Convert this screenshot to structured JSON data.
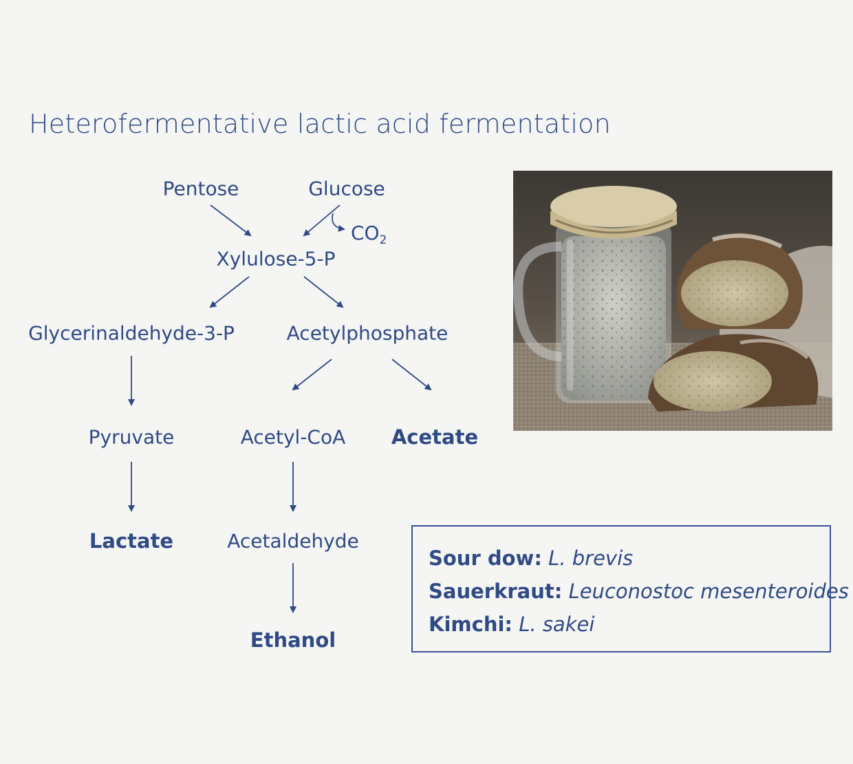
{
  "title": "Heterofermentative lactic acid fermentation",
  "nodes": {
    "pentose": "Pentose",
    "glucose": "Glucose",
    "co2": "CO",
    "co2_sub": "2",
    "xylulose": "Xylulose-5-P",
    "glycerinaldehyde": "Glycerinaldehyde-3-P",
    "acetylphosphate": "Acetylphosphate",
    "pyruvate": "Pyruvate",
    "acetyl_coa": "Acetyl-CoA",
    "acetate": "Acetate",
    "lactate": "Lactate",
    "acetaldehyde": "Acetaldehyde",
    "ethanol": "Ethanol"
  },
  "examples": [
    {
      "key": "Sour dow:",
      "value": "L. brevis"
    },
    {
      "key": "Sauerkraut:",
      "value": "Leuconostoc mesenteroides"
    },
    {
      "key": "Kimchi:",
      "value": "L. sakei"
    }
  ],
  "colors": {
    "text": "#2f4a85",
    "background": "#f5f5f3",
    "box_border": "#3a5291"
  }
}
